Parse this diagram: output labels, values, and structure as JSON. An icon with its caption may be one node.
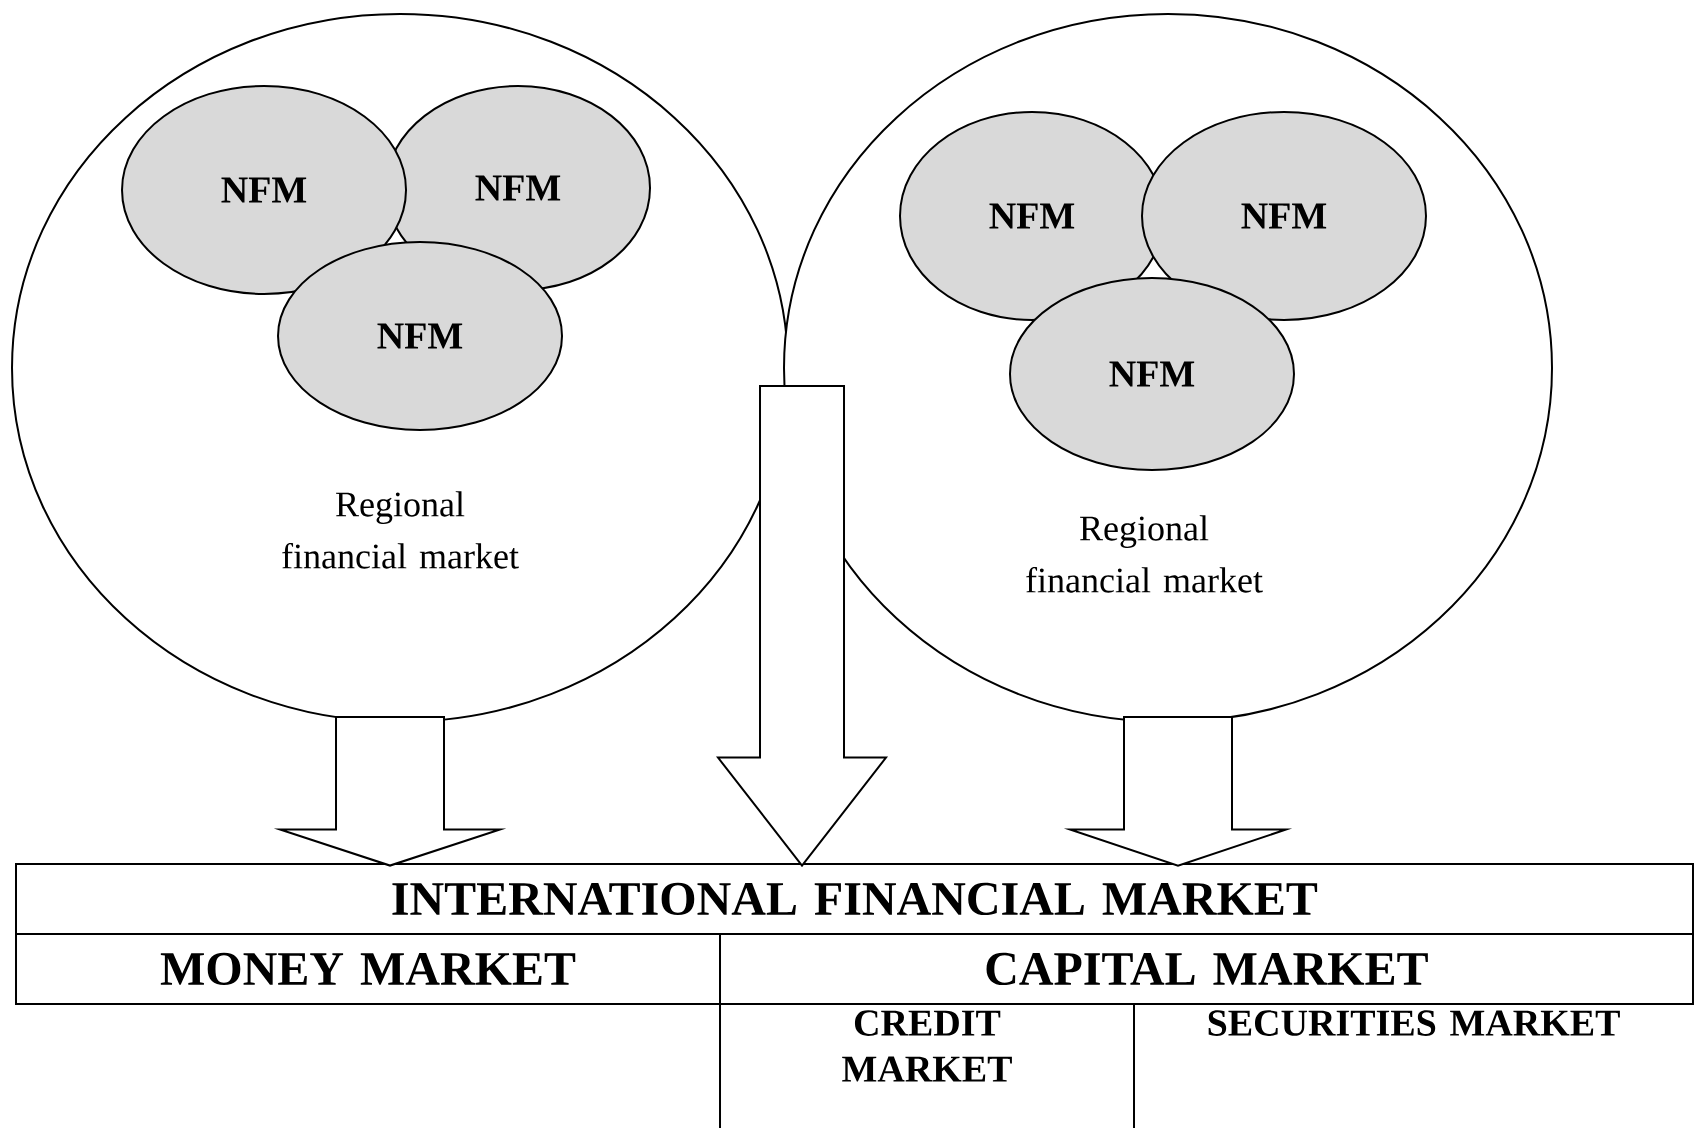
{
  "diagram": {
    "nodes": [
      {
        "text": [
          "Regional financial market"
        ]
      },
      {
        "text": [
          "NFM"
        ],
        "in": 0
      },
      {
        "text": [
          "NFM"
        ],
        "in": 0
      },
      {
        "text": [
          "NFM"
        ],
        "in": 0
      },
      {
        "text": [
          "Regional financial market"
        ]
      },
      {
        "text": [
          "NFM"
        ],
        "in": 4
      },
      {
        "text": [
          "NFM"
        ],
        "in": 4
      },
      {
        "text": [
          "NFM"
        ],
        "in": 4
      },
      {
        "text": [
          "INTERNATIONAL FINANCIAL MARKET"
        ]
      },
      {
        "text": [
          "MONEY MARKET"
        ]
      },
      {
        "text": [
          "CAPITAL MARKET"
        ]
      },
      {
        "text": [
          "CREDIT MARKET"
        ]
      },
      {
        "text": [
          "SECURITIES MARKET"
        ]
      }
    ],
    "edges": [
      {
        "from": 0,
        "to": 8,
        "arrow": "to"
      },
      {
        "from": null,
        "to": 8,
        "arrow": "to"
      },
      {
        "from": 4,
        "to": 8,
        "arrow": "to"
      }
    ]
  }
}
